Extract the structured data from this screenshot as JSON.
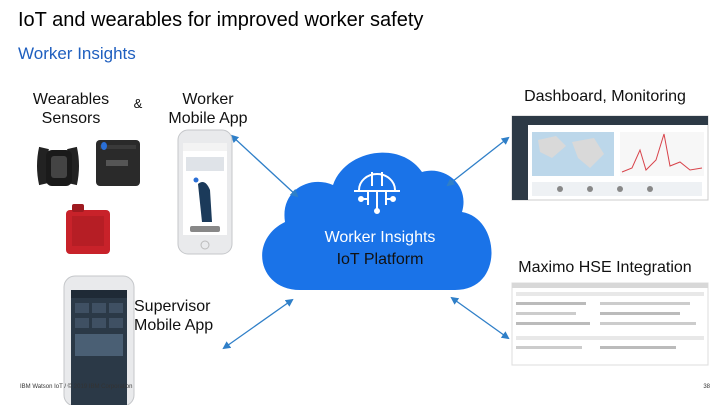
{
  "slide": {
    "title": "IoT and wearables for improved worker safety",
    "subtitle": "Worker Insights",
    "page_number": "38",
    "footer": "IBM Watson IoT / © 2019 IBM Corporation"
  },
  "nodes": {
    "wearables_line1": "Wearables",
    "wearables_line2": "Sensors",
    "ampersand": "&",
    "worker_app_line1": "Worker",
    "worker_app_line2": "Mobile App",
    "dashboard": "Dashboard, Monitoring",
    "platform_line1": "Worker Insights",
    "platform_line2": "IoT Platform",
    "maximo": "Maximo HSE Integration",
    "supervisor_line1": "Supervisor",
    "supervisor_line2": "Mobile App"
  },
  "icons": {
    "platform": "hard-hat-circuit-icon"
  },
  "colors": {
    "cloud": "#1a73e8",
    "arrows": "#2f7fc8",
    "subtitle": "#1f5fbf"
  }
}
